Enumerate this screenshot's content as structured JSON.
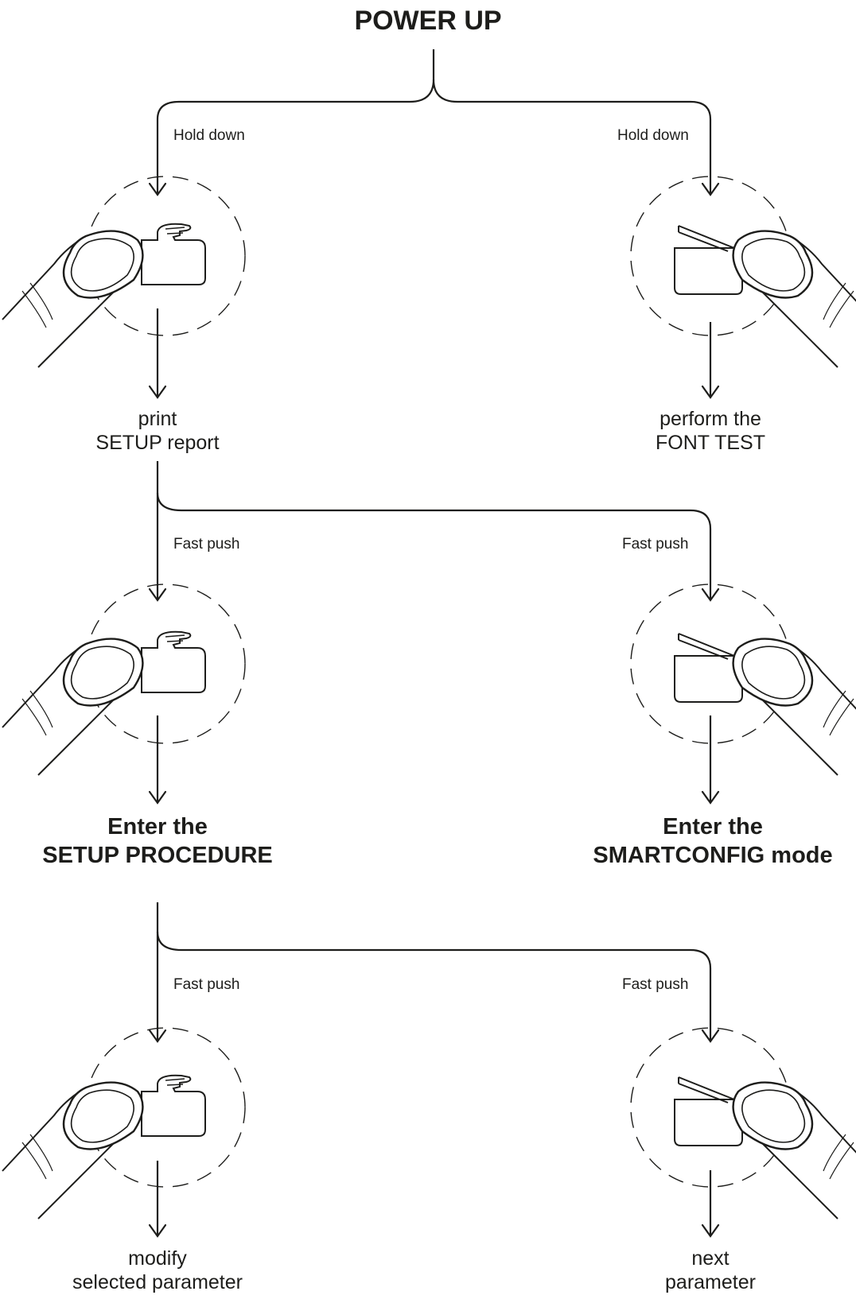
{
  "title": "POWER UP",
  "hold_left": "Hold down",
  "hold_right": "Hold down",
  "result_setup_report": [
    "print",
    "SETUP report"
  ],
  "result_font_test": [
    "perform the",
    "FONT TEST"
  ],
  "fast_push_1_left": "Fast push",
  "fast_push_1_right": "Fast push",
  "result_setup_procedure": [
    "Enter the",
    "SETUP PROCEDURE"
  ],
  "result_smartconfig": [
    "Enter the",
    "SMARTCONFIG mode"
  ],
  "fast_push_2_left": "Fast push",
  "fast_push_2_right": "Fast push",
  "result_modify": [
    "modify",
    "selected parameter"
  ],
  "result_next": [
    "next",
    "parameter"
  ],
  "icons": [
    "feed-button-icon",
    "cover-open-button-icon"
  ],
  "line_color": "#1d1d1b"
}
